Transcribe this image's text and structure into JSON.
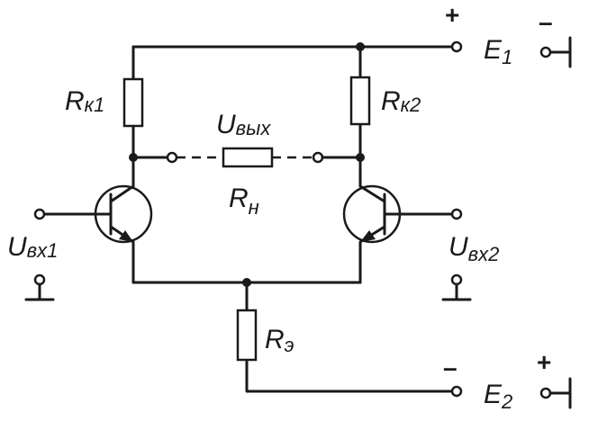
{
  "labels": {
    "rk1": {
      "main": "R",
      "sub": "к1"
    },
    "rk2": {
      "main": "R",
      "sub": "к2"
    },
    "rn": {
      "main": "R",
      "sub": "н"
    },
    "re": {
      "main": "R",
      "sub": "э"
    },
    "uout": {
      "main": "U",
      "sub": "вых"
    },
    "uin1": {
      "main": "U",
      "sub": "вх1"
    },
    "uin2": {
      "main": "U",
      "sub": "вх2"
    },
    "e1": {
      "main": "E",
      "sub": "1"
    },
    "e2": {
      "main": "E",
      "sub": "2"
    }
  },
  "signs": {
    "e1_plus": "+",
    "e1_minus": "–",
    "e2_minus": "–",
    "e2_plus": "+"
  }
}
